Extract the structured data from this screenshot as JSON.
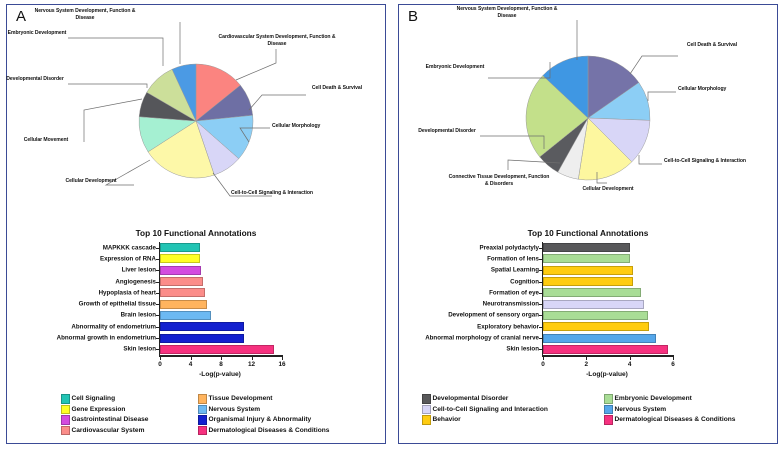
{
  "figure": {
    "panels": [
      {
        "letter": "A",
        "pie": {
          "title": "",
          "slices": [
            {
              "label": "Cardiovascular System Development, Function & Disease",
              "value": 14.2,
              "color": "#fb8480"
            },
            {
              "label": "Cell Death & Survival",
              "value": 9.2,
              "color": "#6e6fa4"
            },
            {
              "label": "Cellular Morphology",
              "value": 13.1,
              "color": "#8ccef5"
            },
            {
              "label": "Cell-to-Cell Signaling & Interaction",
              "value": 8.3,
              "color": "#d8d6f7"
            },
            {
              "label": "Cellular Development",
              "value": 21.1,
              "color": "#fdf8a8"
            },
            {
              "label": "Cellular Movement",
              "value": 10.3,
              "color": "#a5f0d2"
            },
            {
              "label": "Developmental Disorder",
              "value": 7.2,
              "color": "#55565a"
            },
            {
              "label": "Embryonic Development",
              "value": 9.7,
              "color": "#ccdf9a"
            },
            {
              "label": "Nervous System Development, Function & Disease",
              "value": 6.9,
              "color": "#4b9ae4"
            }
          ]
        },
        "chart_data": {
          "type": "bar",
          "orientation": "horizontal",
          "title": "Top 10 Functional Annotations",
          "xlabel": "-Log(p-value)",
          "ylabel": "",
          "xlim": [
            0,
            16
          ],
          "xticks": [
            0,
            4,
            8,
            12,
            16
          ],
          "grid": false,
          "categories": [
            "MAPKKK cascade",
            "Expression of RNA",
            "Liver lesion",
            "Angiogenesis",
            "Hypoplasia of heart",
            "Growth of epithelial tissue",
            "Brain lesion",
            "Abnormality of endometrium",
            "Abnormal growth in endometrium",
            "Skin lesion"
          ],
          "values": [
            5.3,
            5.3,
            5.4,
            5.6,
            5.9,
            6.2,
            6.7,
            11.0,
            11.0,
            15.0
          ],
          "colors": [
            "#22c4b4",
            "#ffff26",
            "#d34be0",
            "#fb8d8a",
            "#fb8d8a",
            "#ffb45e",
            "#6cb9f2",
            "#1320cf",
            "#1320cf",
            "#f6317f"
          ]
        },
        "legend": [
          {
            "label": "Cell Signaling",
            "color": "#22c4b4"
          },
          {
            "label": "Tissue Development",
            "color": "#ffb45e"
          },
          {
            "label": "Gene Expression",
            "color": "#ffff26"
          },
          {
            "label": "Nervous System",
            "color": "#6cb9f2"
          },
          {
            "label": "Gastrointestinal Disease",
            "color": "#d34be0"
          },
          {
            "label": "Organismal Injury & Abnormality",
            "color": "#1320cf"
          },
          {
            "label": "Cardiovascular System",
            "color": "#fb8d8a"
          },
          {
            "label": "Dermatological Diseases & Conditions",
            "color": "#f6317f"
          }
        ]
      },
      {
        "letter": "B",
        "pie": {
          "title": "",
          "slices": [
            {
              "label": "Cell Death & Survival",
              "value": 15.3,
              "color": "#7573a8"
            },
            {
              "label": "Cellular Morphology",
              "value": 10.3,
              "color": "#8ccef5"
            },
            {
              "label": "Cell-to-Cell Signaling & Interaction",
              "value": 11.9,
              "color": "#d8d6f7"
            },
            {
              "label": "Cellular Development",
              "value": 15.0,
              "color": "#fdf79f"
            },
            {
              "label": "Connective Tissue Development, Function & Disorders",
              "value": 5.6,
              "color": "#eeeeee"
            },
            {
              "label": "Developmental Disorder",
              "value": 6.1,
              "color": "#5a5b5f"
            },
            {
              "label": "Embryonic Development",
              "value": 22.8,
              "color": "#c3e08a"
            },
            {
              "label": "Nervous System Development, Function & Disease",
              "value": 13.0,
              "color": "#3f97e3"
            }
          ]
        },
        "chart_data": {
          "type": "bar",
          "orientation": "horizontal",
          "title": "Top 10 Functional Annotations",
          "xlabel": "-Log(p-value)",
          "ylabel": "",
          "xlim": [
            0,
            6
          ],
          "xticks": [
            0,
            2,
            4,
            6
          ],
          "grid": false,
          "categories": [
            "Preaxial polydactyly",
            "Formation of lens",
            "Spatial Learning",
            "Cognition",
            "Formation of eye",
            "Neurotransmission",
            "Development of sensory organ",
            "Exploratory behavior",
            "Abnormal morphology of cranial nerve",
            "Skin lesion"
          ],
          "values": [
            4.0,
            4.0,
            4.15,
            4.17,
            4.5,
            4.68,
            4.85,
            4.88,
            5.2,
            5.75
          ],
          "colors": [
            "#58585a",
            "#a9dd96",
            "#ffcc10",
            "#ffcc10",
            "#a9dd96",
            "#d8d6f7",
            "#a9dd96",
            "#ffcc10",
            "#55a7ea",
            "#f6317f"
          ]
        },
        "legend": [
          {
            "label": "Developmental Disorder",
            "color": "#58585a"
          },
          {
            "label": "Embryonic Development",
            "color": "#a9dd96"
          },
          {
            "label": "Cell-to-Cell Signaling and Interaction",
            "color": "#d8d6f7"
          },
          {
            "label": "Nervous System",
            "color": "#55a7ea"
          },
          {
            "label": "Behavior",
            "color": "#ffcc10"
          },
          {
            "label": "Dermatological Diseases & Conditions",
            "color": "#f6317f"
          }
        ]
      }
    ]
  }
}
